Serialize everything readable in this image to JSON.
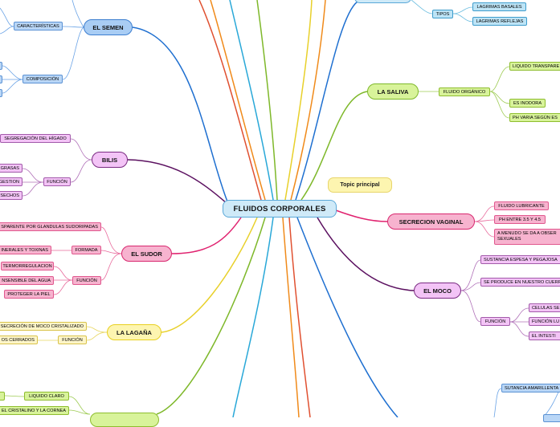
{
  "central": "FLUIDOS CORPORALES",
  "topic_placeholder": "Topic principal",
  "colors": {
    "blue": "#1e6fd0",
    "purple": "#5b1060",
    "pink": "#e0226f",
    "yellow": "#e8d02a",
    "green": "#7eb82a",
    "orange": "#f08a1a",
    "red": "#e05030",
    "cyan": "#29a8d8"
  },
  "branches": {
    "semen": {
      "label": "EL SEMEN",
      "sub": [
        "CARACTERÍSTICAS",
        "COMPOSICIÓN"
      ]
    },
    "bilis": {
      "label": "BILIS",
      "sub": [
        "SEGREGACIÓN DEL HÍGADO",
        "FUNCIÓN"
      ],
      "leaves": [
        "GRASAS",
        "GESTION",
        "SECHOS"
      ]
    },
    "sudor": {
      "label": "EL SUDOR",
      "sub": [
        "SPARENTE POR GLANDULAS SUDORIPADAS",
        "FORMADA",
        "FUNCIÓN"
      ],
      "leaves": [
        "INERALES Y TOXINAS",
        "TERMORREGULACION",
        "NSENSIBLE DEL AGUA",
        "PROTEGER LA PIEL"
      ]
    },
    "lagana": {
      "label": "LA LAGAÑA",
      "sub": [
        "SECRECIÓN DE MOCO CRISTALIZADO",
        "FUNCIÓN"
      ],
      "leaves": [
        "OS CERRADOS"
      ]
    },
    "ojo": {
      "sub": [
        "LIQUIDO CLARO"
      ],
      "leaves": [
        "EL CRISTALINO Y LA CORNEA"
      ]
    },
    "lagrimas": {
      "sub": [
        "TIPOS"
      ],
      "leaves": [
        "LAGRIMAS BASALES",
        "LAGRIMAS REFLEJAS"
      ]
    },
    "saliva": {
      "label": "LA SALIVA",
      "sub": [
        "FLUIDO ORGÁNICO"
      ],
      "leaves": [
        "LIQUIDO TRANSPARE",
        "ES INODORA",
        "PH VARIA SEGÚN ES"
      ]
    },
    "vaginal": {
      "label": "SECRECION VAGINAL",
      "sub": [
        "FLUIDO LUBRICANTE",
        "PH ENTRE 3.5 Y 4.5",
        "A MENUDO SE DA A OBSER SEXUALES"
      ]
    },
    "moco": {
      "label": "EL MOCO",
      "sub": [
        "SUSTANCIA ESPESA Y PEGAJOSA",
        "SE PRODUCE EN NUESTRO CUERP",
        "FUNCIÓN"
      ],
      "leaves": [
        "CELULAS SE",
        "FUNCIÓN LU",
        "EL INTESTI"
      ]
    },
    "orina": {
      "sub": [
        "SUTANCIA AMARILLENTA"
      ]
    }
  }
}
